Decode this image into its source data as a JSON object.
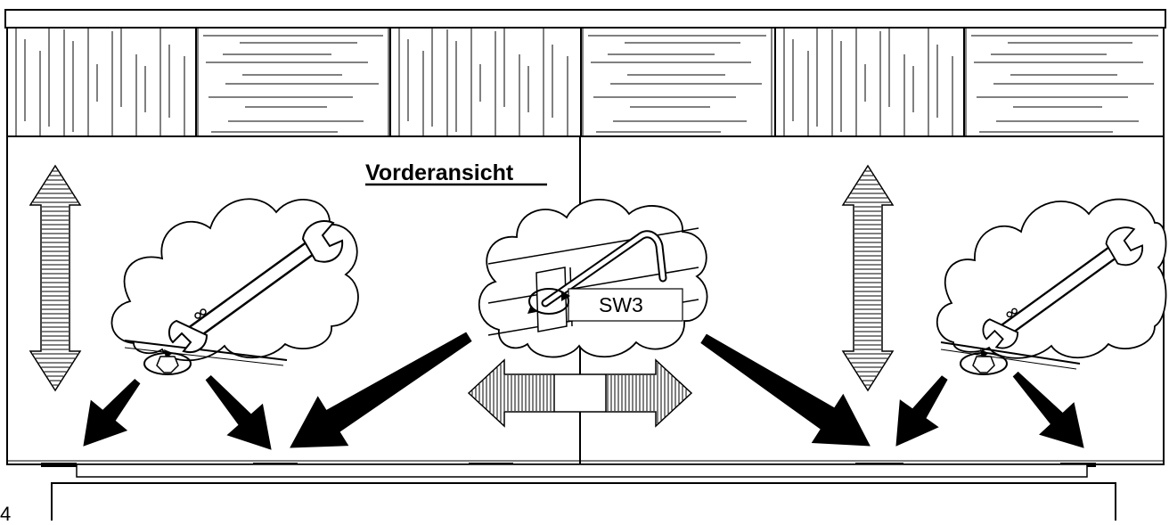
{
  "diagram": {
    "view_title": "Vorderansicht",
    "hex_key_label": "SW3",
    "figure_number": "4"
  },
  "icons": [
    "double-arrow-vertical-icon",
    "double-arrow-horizontal-icon",
    "wrench-icon",
    "hex-key-icon",
    "rotation-arrow-icon",
    "pointer-arrow-icon"
  ],
  "colors": {
    "line": "#000000",
    "background": "#ffffff"
  }
}
